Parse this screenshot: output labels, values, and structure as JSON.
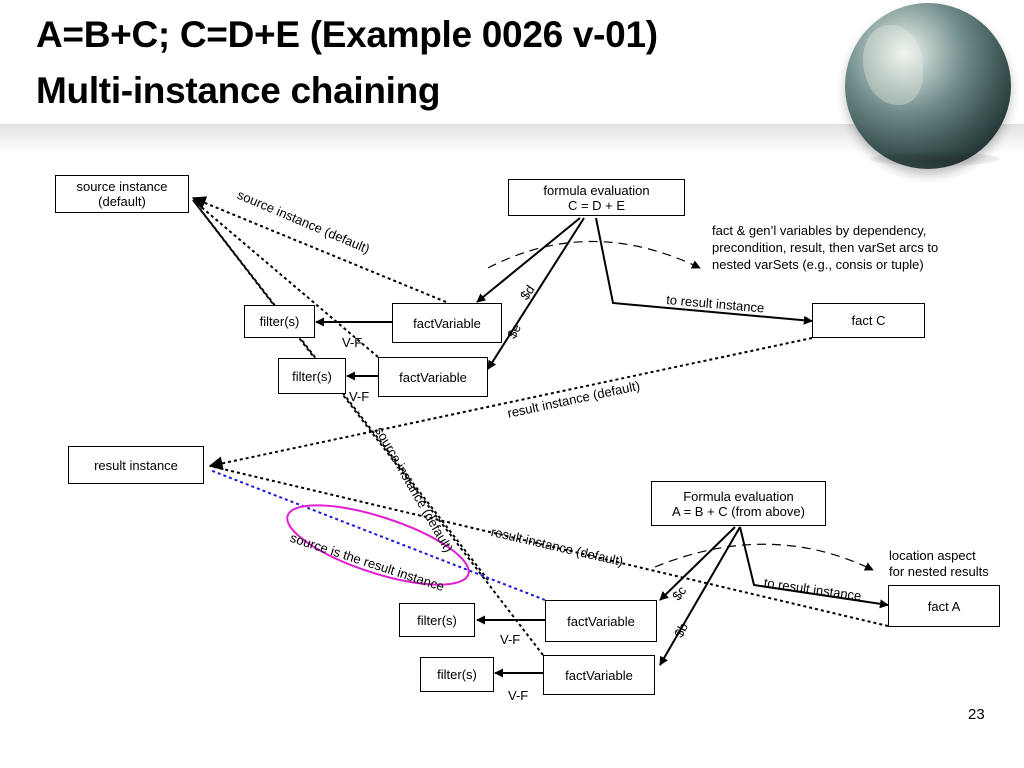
{
  "title": {
    "line1": "A=B+C; C=D+E (Example 0026 v-01)",
    "line2": "Multi-instance chaining"
  },
  "boxes": {
    "source_instance": [
      "source instance",
      "(default)"
    ],
    "formula_eval_top": [
      "formula evaluation",
      "C = D + E"
    ],
    "fact_c": "fact C",
    "filter_1": "filter(s)",
    "filter_2": "filter(s)",
    "factvar_1": "factVariable",
    "factvar_2": "factVariable",
    "result_instance": "result instance",
    "formula_eval_bottom": [
      "Formula evaluation",
      "A = B + C (from above)"
    ],
    "fact_a": "fact A",
    "filter_3": "filter(s)",
    "filter_4": "filter(s)",
    "factvar_3": "factVariable",
    "factvar_4": "factVariable"
  },
  "labels": {
    "source_instance_default_1": "source instance (default)",
    "source_instance_default_2": "source instance (default)",
    "result_instance_default_1": "result instance (default)",
    "result_instance_default_2": "result instance (default)",
    "to_result_instance_1": "to result instance",
    "to_result_instance_2": "to result instance",
    "source_is_result": "source is the result instance",
    "var_d": "$d",
    "var_e": "$e",
    "var_c": "$c",
    "var_b": "$b",
    "vf": "V-F"
  },
  "notes": {
    "dependency": [
      "fact & gen’l variables by dependency,",
      "precondition, result, then varSet arcs to",
      "nested varSets (e.g., consis or tuple)"
    ],
    "location": [
      "location aspect",
      "for nested results"
    ]
  },
  "page_number": "23",
  "colors": {
    "highlight_ellipse": "#e020d0",
    "blue_link": "#1a1adc"
  }
}
